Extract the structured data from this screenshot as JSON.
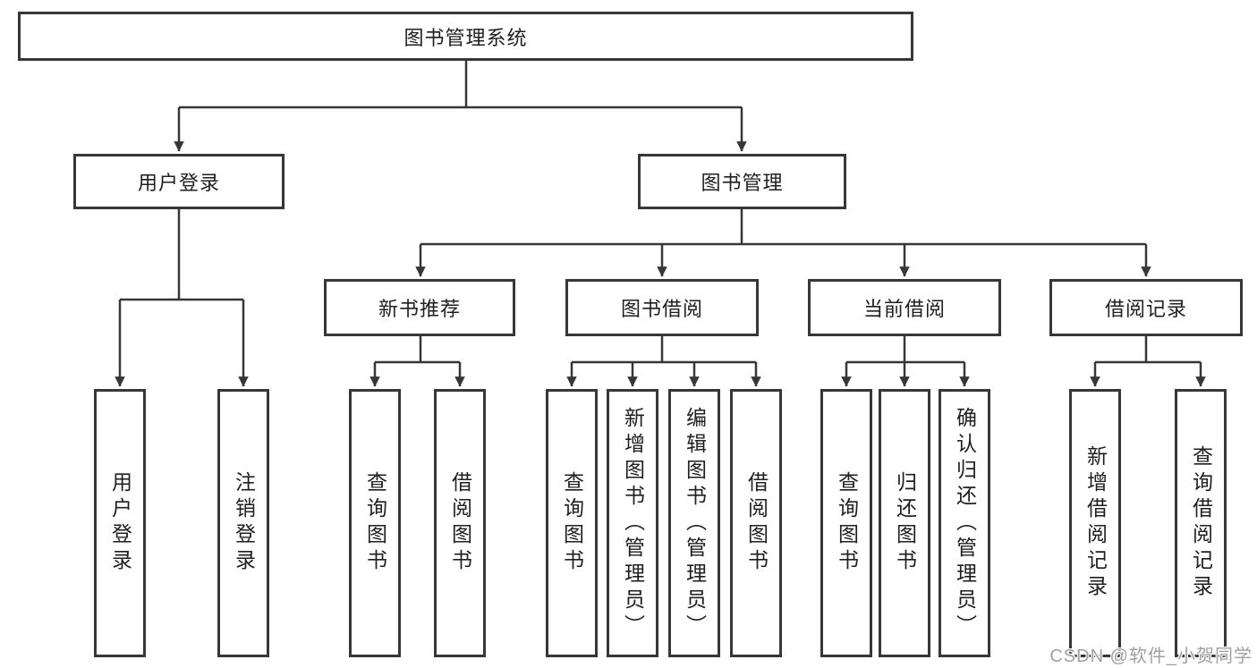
{
  "diagram": {
    "root": {
      "label": "图书管理系统"
    },
    "branches": [
      {
        "label": "用户登录",
        "children": [
          {
            "label": "用户登录"
          },
          {
            "label": "注销登录"
          }
        ]
      },
      {
        "label": "图书管理",
        "children": [
          {
            "label": "新书推荐",
            "children": [
              {
                "label": "查询图书"
              },
              {
                "label": "借阅图书"
              }
            ]
          },
          {
            "label": "图书借阅",
            "children": [
              {
                "label": "查询图书"
              },
              {
                "label": "新增图书（管理员）"
              },
              {
                "label": "编辑图书（管理员）"
              },
              {
                "label": "借阅图书"
              }
            ]
          },
          {
            "label": "当前借阅",
            "children": [
              {
                "label": "查询图书"
              },
              {
                "label": "归还图书"
              },
              {
                "label": "确认归还（管理员）"
              }
            ]
          },
          {
            "label": "借阅记录",
            "children": [
              {
                "label": "新增借阅记录"
              },
              {
                "label": "查询借阅记录"
              }
            ]
          }
        ]
      }
    ]
  },
  "watermark": {
    "text": "CSDN @软件_小贺同学"
  },
  "colors": {
    "line": "#373737",
    "box_border": "#373737",
    "text": "#1f1f1f",
    "background": "#ffffff",
    "watermark": "#a0a0a0"
  }
}
